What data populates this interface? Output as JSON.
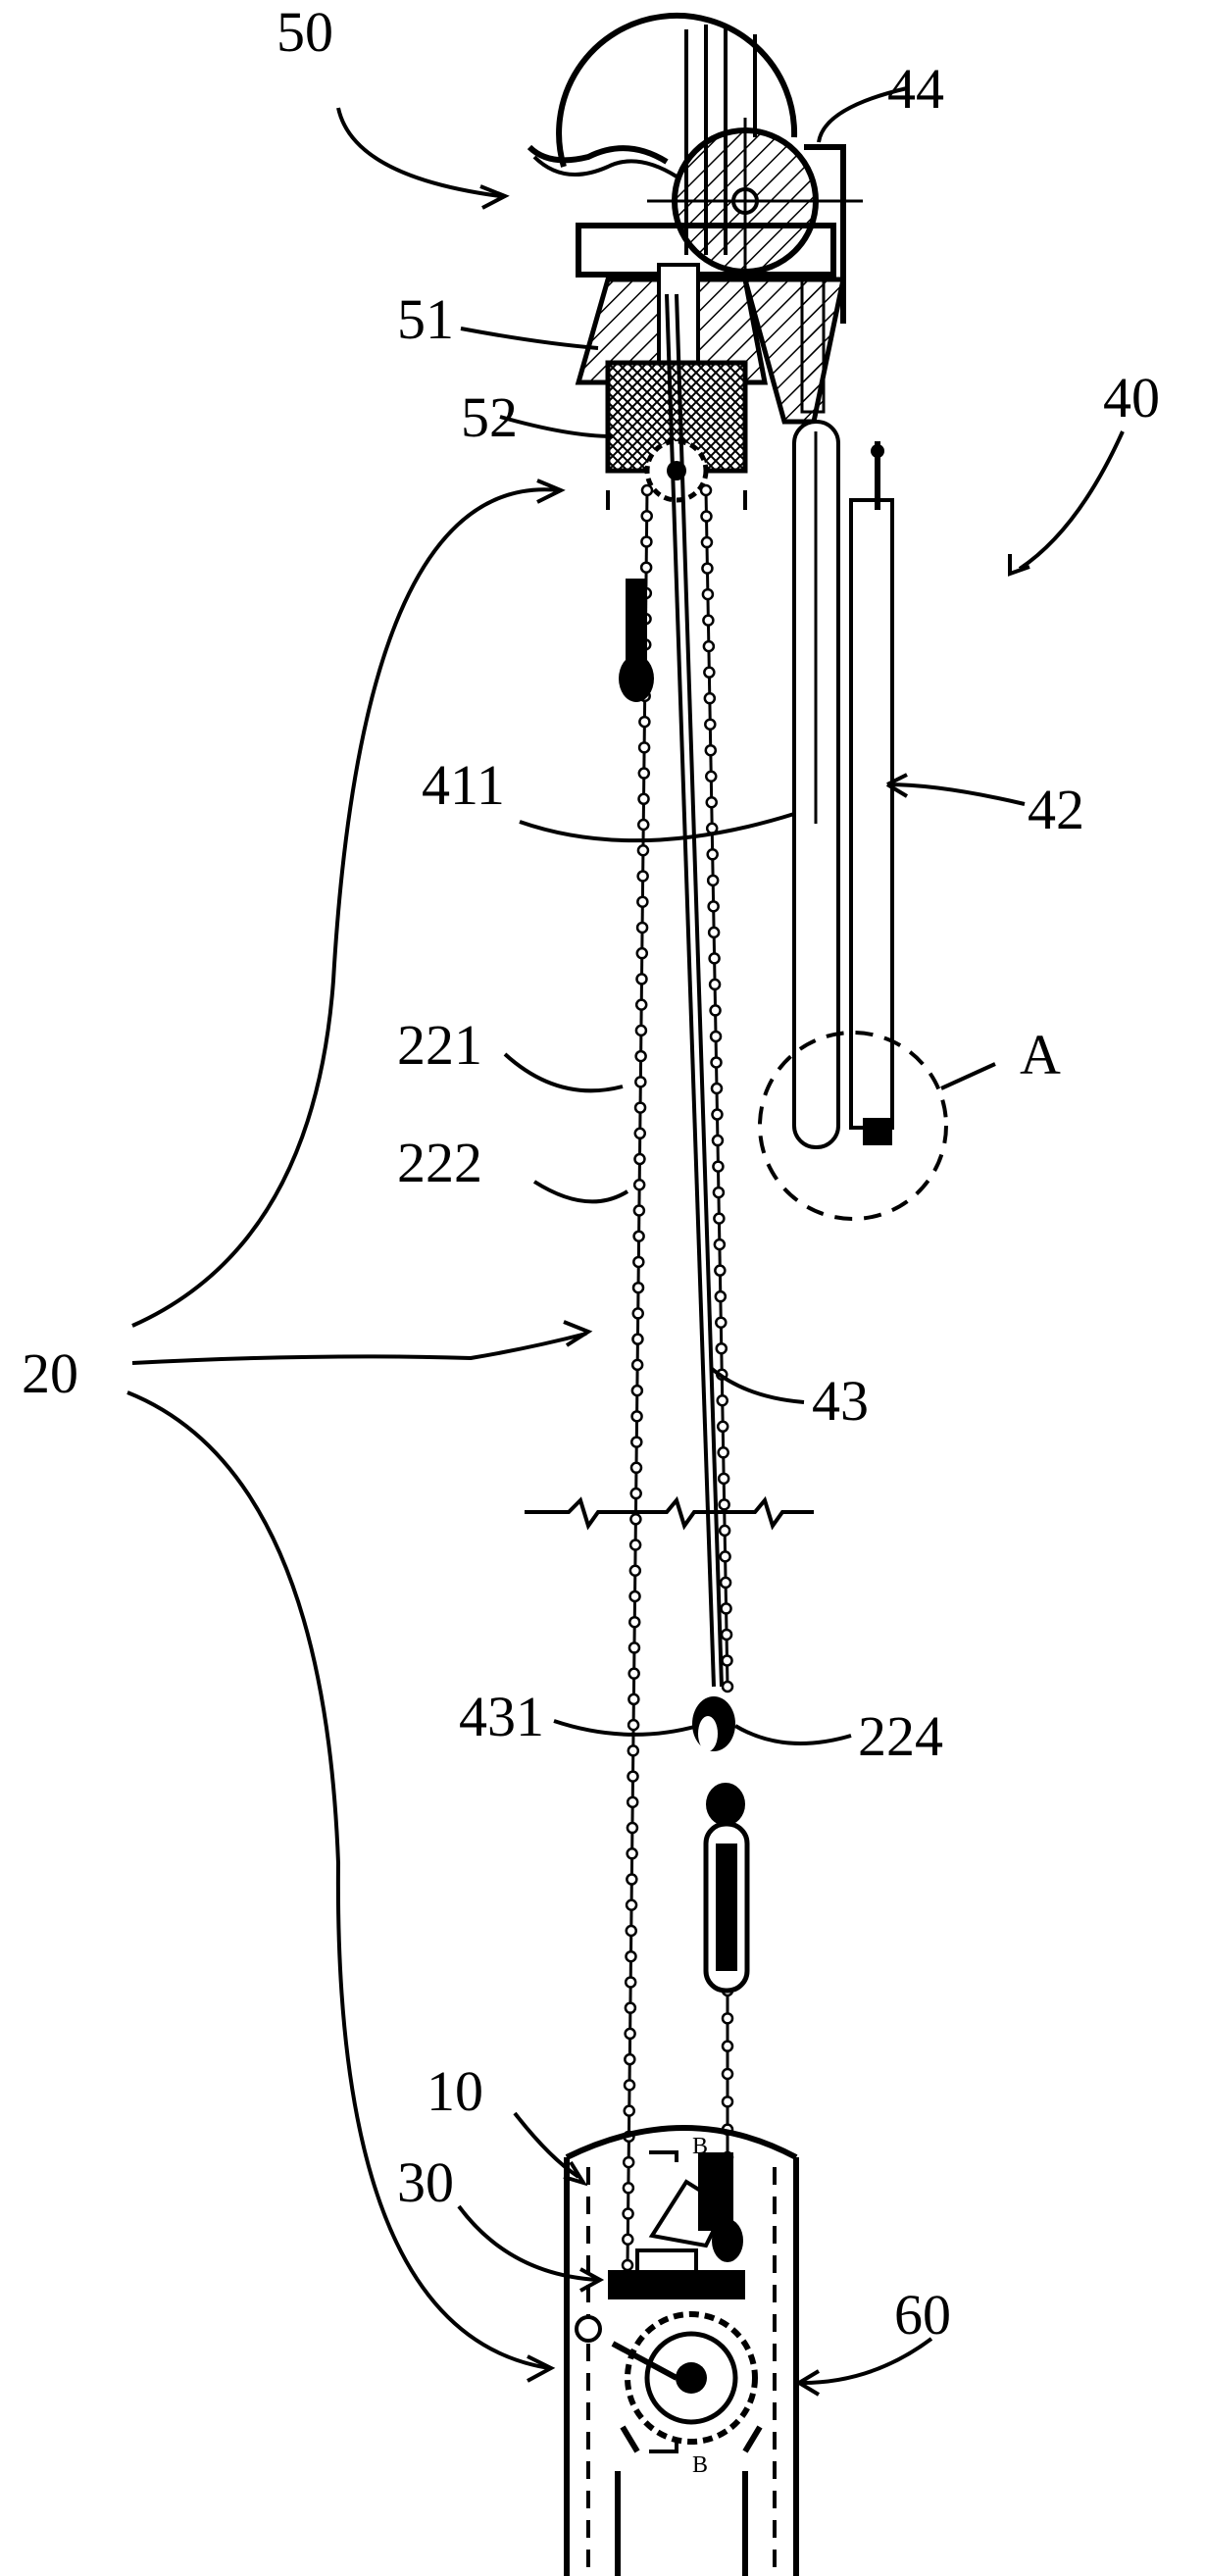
{
  "labels": {
    "l50": "50",
    "l44": "44",
    "l40": "40",
    "l51": "51",
    "l52": "52",
    "l411": "411",
    "l42": "42",
    "lA": "A",
    "l221": "221",
    "l222": "222",
    "l20": "20",
    "l43": "43",
    "l431": "431",
    "l224": "224",
    "l10": "10",
    "l30": "30",
    "l60": "60",
    "lB1": "B",
    "lB2": "B"
  },
  "colors": {
    "line": "#000000",
    "background": "#ffffff",
    "hatch": "#000000"
  }
}
